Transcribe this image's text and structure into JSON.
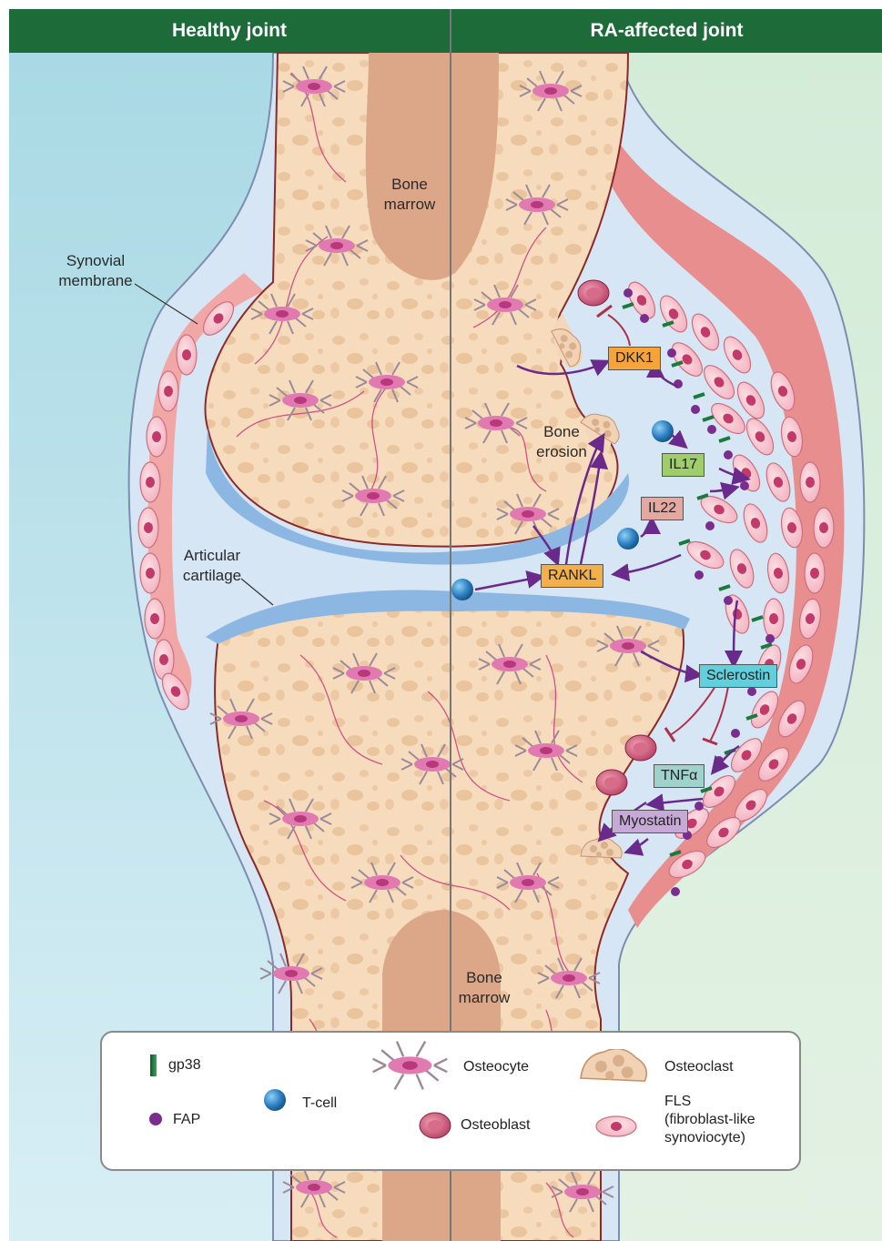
{
  "headers": {
    "left": "Healthy joint",
    "right": "RA-affected joint"
  },
  "labels": {
    "bone_marrow_top": "Bone\nmarrow",
    "bone_marrow_bottom": "Bone\nmarrow",
    "synovial_membrane": "Synovial\nmembrane",
    "articular_cartilage": "Articular\ncartilage",
    "bone_erosion": "Bone\nerosion"
  },
  "molecules": {
    "dkk1": "DKK1",
    "il17": "IL17",
    "il22": "IL22",
    "rankl": "RANKL",
    "sclerostin": "Sclerostin",
    "tnfa": "TNFα",
    "myostatin": "Myostatin"
  },
  "legend": {
    "gp38": "gp38",
    "fap": "FAP",
    "tcell": "T-cell",
    "osteocyte": "Osteocyte",
    "osteoblast": "Osteoblast",
    "osteoclast": "Osteoclast",
    "fls": "FLS\n(fibroblast-like\nsynoviocyte)"
  },
  "colors": {
    "header_green": "#1e6b3a",
    "left_bg": "#bfe1ea",
    "right_bg": "#dcefe0",
    "bone": "#f6dcbc",
    "cartilage": "#8db7e3",
    "synovium": "#f2a7a7",
    "purple_arrow": "#6a2a8c",
    "dkk1": "#f6a43a",
    "il17": "#9fcd6c",
    "il22": "#e4a8a0",
    "rankl": "#f3b04a",
    "sclerostin": "#5fd0dc",
    "tnfa": "#9fd2cc",
    "myostatin": "#c6a9d6"
  }
}
